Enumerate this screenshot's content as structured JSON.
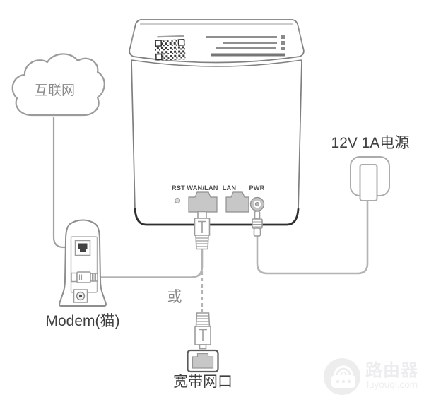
{
  "cloud": {
    "label": "互联网"
  },
  "modem": {
    "label": "Modem(猫)"
  },
  "power": {
    "label": "12V 1A电源"
  },
  "or_text": "或",
  "wall_port": {
    "label": "宽带网口"
  },
  "device_ports": {
    "rst": "RST",
    "wan_lan": "WAN/LAN",
    "lan": "LAN",
    "pwr": "PWR"
  },
  "watermark": {
    "brand": "路由器",
    "site": "luyouqi.com"
  },
  "colors": {
    "outline_gray": "#7f7f7f",
    "dark_bottom_edge": "#2f2f2f",
    "cable_gray": "#b4b4b4",
    "port_fill": "#c6c7c6",
    "label_dark": "#3f3f3f",
    "muted_gray": "#8a8a8a",
    "watermark_gray": "#edecee"
  }
}
